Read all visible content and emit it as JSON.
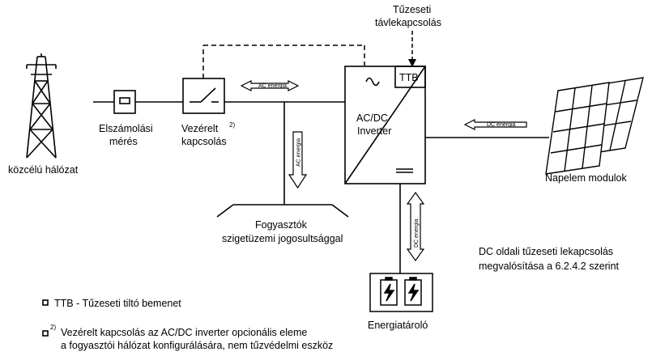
{
  "labels": {
    "fire_remote_1": "Tűzeseti",
    "fire_remote_2": "távlekapcsolás",
    "ttb": "TTB",
    "inverter_1": "AC/DC",
    "inverter_2": "Inverter",
    "public_grid": "közcélú hálózat",
    "metering_1": "Elszámolási",
    "metering_2": "mérés",
    "controlled_1": "Vezérelt",
    "controlled_2": "kapcsolás",
    "footnote_mark": "2)",
    "ac_energy": "AC energia",
    "ac_energy_vertical": "AC energia",
    "dc_energy": "DC energia",
    "dc_energy_vertical": "DC energia",
    "consumers_1": "Fogyasztók",
    "consumers_2": "szigetüzemi jogosultsággal",
    "pv_modules": "Napelem modulok",
    "dc_fire_1": "DC oldali tűzeseti lekapcsolás",
    "dc_fire_2": "megvalósítása a 6.2.4.2 szerint",
    "storage": "Energiatároló"
  },
  "legend": {
    "item1": "TTB - Tűzeseti tiltó bemenet",
    "item2_mark": "2)",
    "item2_line1": "Vezérelt kapcsolás az AC/DC inverter opcionális eleme",
    "item2_line2": "a fogyasztói hálózat konfigurálására, nem tűzvédelmi eszköz"
  }
}
